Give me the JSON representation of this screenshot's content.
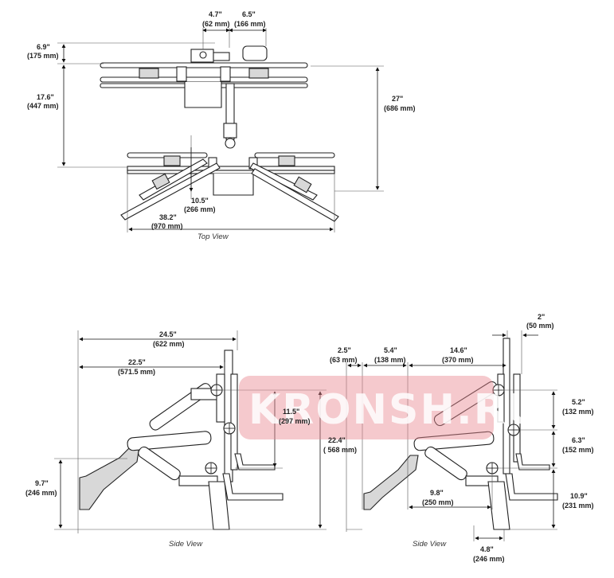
{
  "captions": {
    "top_view": "Top View",
    "side_view_left": "Side View",
    "side_view_right": "Side View"
  },
  "watermark": {
    "text": "KRONSH.RU",
    "color": "#e88890"
  },
  "top_view": {
    "dims": {
      "d1_in": "4.7\"",
      "d1_mm": "(62 mm)",
      "d2_in": "6.5\"",
      "d2_mm": "(166 mm)",
      "d3_in": "6.9\"",
      "d3_mm": "(175 mm)",
      "d4_in": "17.6\"",
      "d4_mm": "(447 mm)",
      "d5_in": "27\"",
      "d5_mm": "(686 mm)",
      "d6_in": "10.5\"",
      "d6_mm": "(266 mm)",
      "d7_in": "38.2\"",
      "d7_mm": "(970 mm)"
    }
  },
  "side_left": {
    "dims": {
      "d1_in": "24.5\"",
      "d1_mm": "(622 mm)",
      "d2_in": "22.5\"",
      "d2_mm": "(571.5 mm)",
      "d3_in": "11.5\"",
      "d3_mm": "(297 mm)",
      "d4_in": "22.4\"",
      "d4_mm": "( 568 mm)",
      "d5_in": "9.7\"",
      "d5_mm": "(246 mm)"
    }
  },
  "side_right": {
    "dims": {
      "d1_in": "2\"",
      "d1_mm": "(50 mm)",
      "d2_in": "2.5\"",
      "d2_mm": "(63 mm)",
      "d3_in": "5.4\"",
      "d3_mm": "(138 mm)",
      "d4_in": "14.6\"",
      "d4_mm": "(370 mm)",
      "d5_in": "5.2\"",
      "d5_mm": "(132 mm)",
      "d6_in": "6.3\"",
      "d6_mm": "(152 mm)",
      "d7_in": "9.8\"",
      "d7_mm": "(250 mm)",
      "d8_in": "10.9\"",
      "d8_mm": "(231 mm)",
      "d9_in": "4.8\"",
      "d9_mm": "(246 mm)"
    }
  }
}
